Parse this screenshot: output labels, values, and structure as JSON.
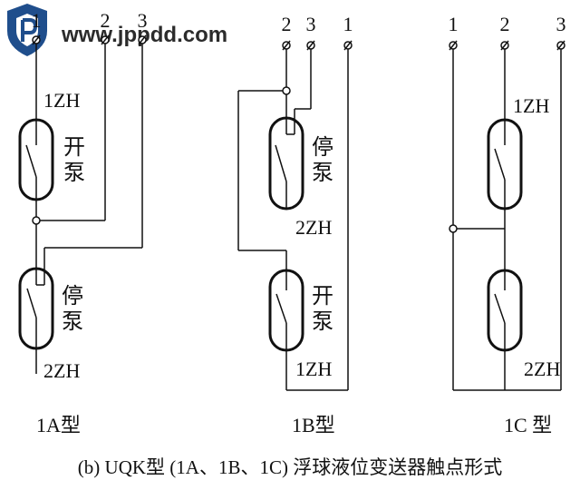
{
  "watermark": {
    "text": "www.jppdd.com",
    "logo_icon": "shield-logo-icon",
    "logo_color": "#1f4e8c"
  },
  "diagram_1A": {
    "terminals": [
      "1",
      "2",
      "3"
    ],
    "switch_top_label": "1ZH",
    "switch_top_text_1": "开",
    "switch_top_text_2": "泵",
    "switch_bottom_label": "2ZH",
    "switch_bottom_text_1": "停",
    "switch_bottom_text_2": "泵",
    "caption": "1A型"
  },
  "diagram_1B": {
    "terminals": [
      "2",
      "3",
      "1"
    ],
    "switch_top_label": "2ZH",
    "switch_top_text_1": "停",
    "switch_top_text_2": "泵",
    "switch_bottom_label": "1ZH",
    "switch_bottom_text_1": "开",
    "switch_bottom_text_2": "泵",
    "caption": "1B型"
  },
  "diagram_1C": {
    "terminals": [
      "1",
      "2",
      "3"
    ],
    "switch_top_label": "1ZH",
    "switch_bottom_label": "2ZH",
    "caption": "1C 型"
  },
  "figure_caption": "(b) UQK型 (1A、1B、1C) 浮球液位变送器触点形式"
}
